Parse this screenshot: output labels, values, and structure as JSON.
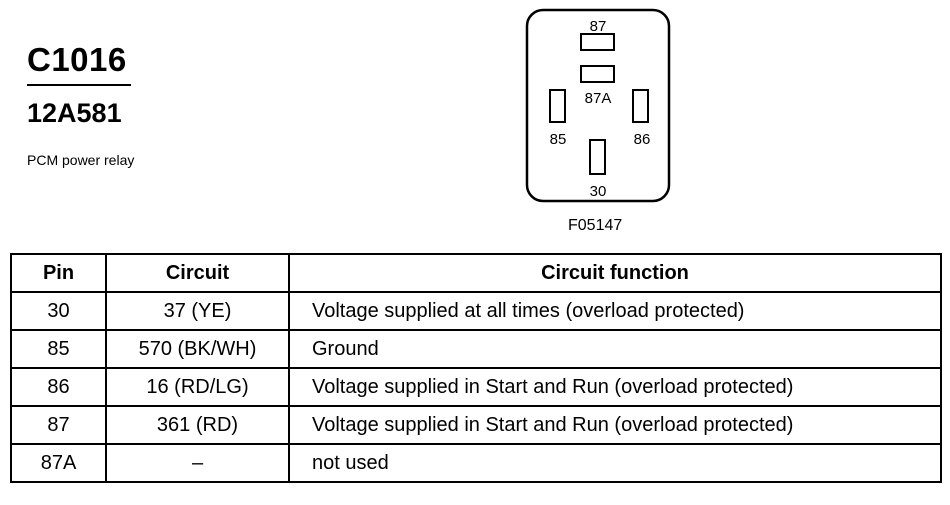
{
  "connector": {
    "id": "C1016",
    "part_number": "12A581",
    "description": "PCM power relay"
  },
  "diagram": {
    "figure_code": "F05147",
    "pins": [
      "87",
      "87A",
      "85",
      "86",
      "30"
    ]
  },
  "table": {
    "headers": [
      "Pin",
      "Circuit",
      "Circuit function"
    ],
    "rows": [
      {
        "pin": "30",
        "circuit": "37 (YE)",
        "function": "Voltage supplied at all times (overload protected)"
      },
      {
        "pin": "85",
        "circuit": "570 (BK/WH)",
        "function": "Ground"
      },
      {
        "pin": "86",
        "circuit": "16 (RD/LG)",
        "function": "Voltage supplied in Start and Run (overload protected)"
      },
      {
        "pin": "87",
        "circuit": "361 (RD)",
        "function": "Voltage supplied in Start and Run (overload protected)"
      },
      {
        "pin": "87A",
        "circuit": "–",
        "function": "not used"
      }
    ]
  }
}
